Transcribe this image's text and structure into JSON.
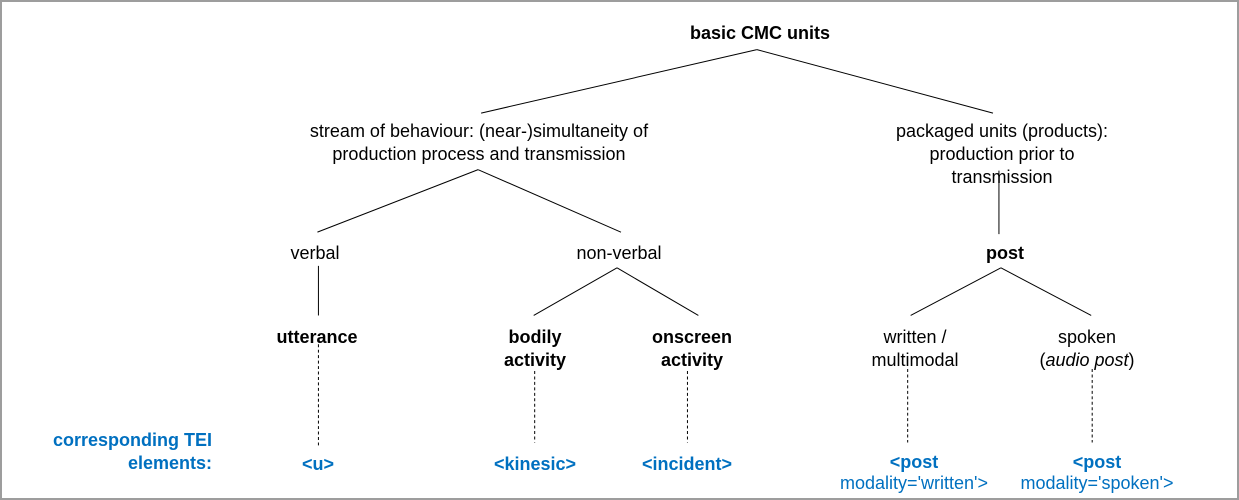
{
  "diagram": {
    "colors": {
      "accent_blue": "#0070C0",
      "line_color": "#000000",
      "frame_border": "#9d9d9d",
      "background": "#ffffff"
    },
    "nodes": {
      "root": "basic CMC units",
      "stream": "stream of behaviour: (near-)simultaneity of\nproduction process and transmission",
      "packaged": "packaged units (products):\nproduction prior to transmission",
      "verbal": "verbal",
      "nonverbal": "non-verbal",
      "post": "post",
      "utterance": "utterance",
      "bodily": "bodily\nactivity",
      "onscreen": "onscreen\nactivity",
      "written": "written /\nmultimodal",
      "spoken_line1": "spoken",
      "spoken_paren_open": "(",
      "spoken_italic": "audio post",
      "spoken_paren_close": ")"
    },
    "tei": {
      "caption": "corresponding TEI\nelements:",
      "u": "<u>",
      "kinesic": "<kinesic>",
      "incident": "<incident>",
      "post_written_tag": "<post",
      "post_written_attr": "modality='written'>",
      "post_spoken_tag": "<post",
      "post_spoken_attr": "modality='spoken'>"
    }
  }
}
